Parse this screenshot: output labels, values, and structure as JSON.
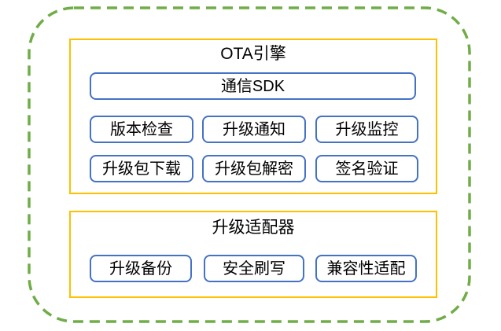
{
  "diagram": {
    "type": "block-diagram",
    "colors": {
      "outer_border": "#70AD47",
      "panel_border": "#FFC000",
      "node_border": "#4472C4",
      "text": "#000000",
      "background": "#FFFFFF"
    },
    "panels": [
      {
        "title": "OTA引擎",
        "wide_node": "通信SDK",
        "rows": [
          [
            "版本检查",
            "升级通知",
            "升级监控"
          ],
          [
            "升级包下载",
            "升级包解密",
            "签名验证"
          ]
        ]
      },
      {
        "title": "升级适配器",
        "rows": [
          [
            "升级备份",
            "安全刷写",
            "兼容性适配"
          ]
        ]
      }
    ]
  }
}
